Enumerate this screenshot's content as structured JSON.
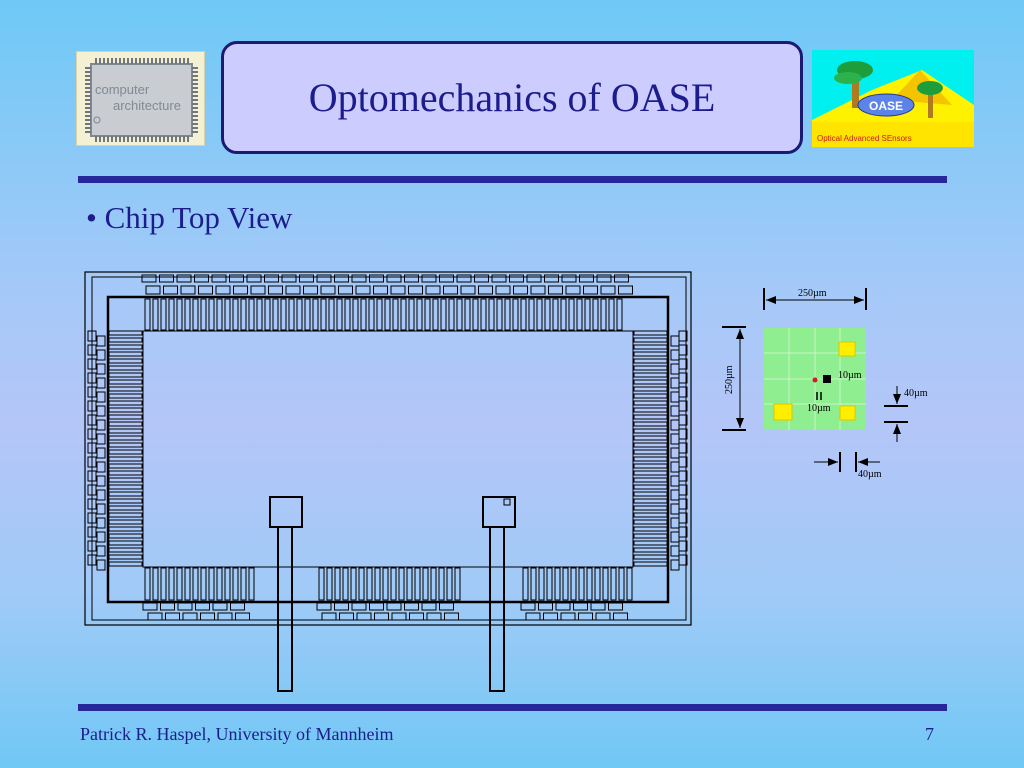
{
  "slide": {
    "title": "Optomechanics of OASE",
    "bullet": "Chip Top View",
    "footer_author": "Patrick R. Haspel, University of Mannheim",
    "page_number": "7"
  },
  "logos": {
    "left_line1": "computer",
    "left_line2": "architecture",
    "right_name": "OASE",
    "right_tagline": "Optical Advanced SEnsors"
  },
  "diagram": {
    "dim_top": "250µm",
    "dim_left": "250µm",
    "dim_right_small": "10µm",
    "dim_center_small": "10µm",
    "dim_right_gap": "40µm",
    "dim_bottom_gap": "40µm"
  },
  "colors": {
    "title_text": "#1c1c8c",
    "title_box_fill": "#ccccff",
    "rule": "#26279a",
    "detail_green": "#8fee8f",
    "detail_yellow": "#ffee00"
  }
}
